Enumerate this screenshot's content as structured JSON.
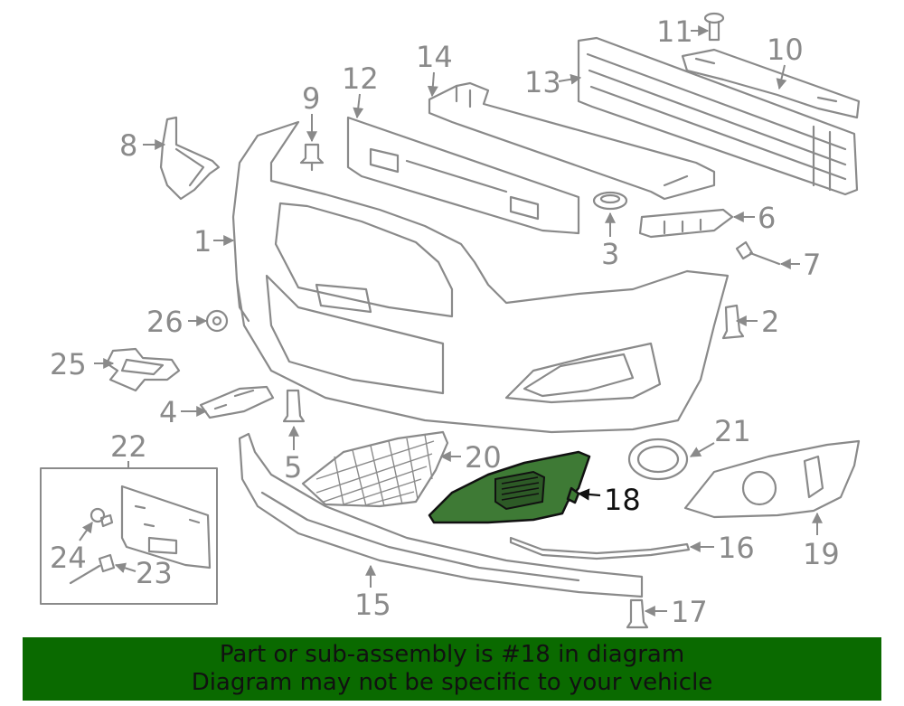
{
  "diagram": {
    "highlighted_part": "18",
    "callouts": {
      "c1": "1",
      "c2": "2",
      "c3": "3",
      "c4": "4",
      "c5": "5",
      "c6": "6",
      "c7": "7",
      "c8": "8",
      "c9": "9",
      "c10": "10",
      "c11": "11",
      "c12": "12",
      "c13": "13",
      "c14": "14",
      "c15": "15",
      "c16": "16",
      "c17": "17",
      "c18": "18",
      "c19": "19",
      "c20": "20",
      "c21": "21",
      "c22": "22",
      "c23": "23",
      "c24": "24",
      "c25": "25",
      "c26": "26"
    },
    "colors": {
      "line": "#8a8a8a",
      "highlight_fill": "#3e7a35",
      "highlight_text": "#111111"
    }
  },
  "banner": {
    "line1": "Part or sub-assembly is #18 in diagram",
    "line2": "Diagram may not be specific to your vehicle",
    "background": "#0a6a00"
  }
}
